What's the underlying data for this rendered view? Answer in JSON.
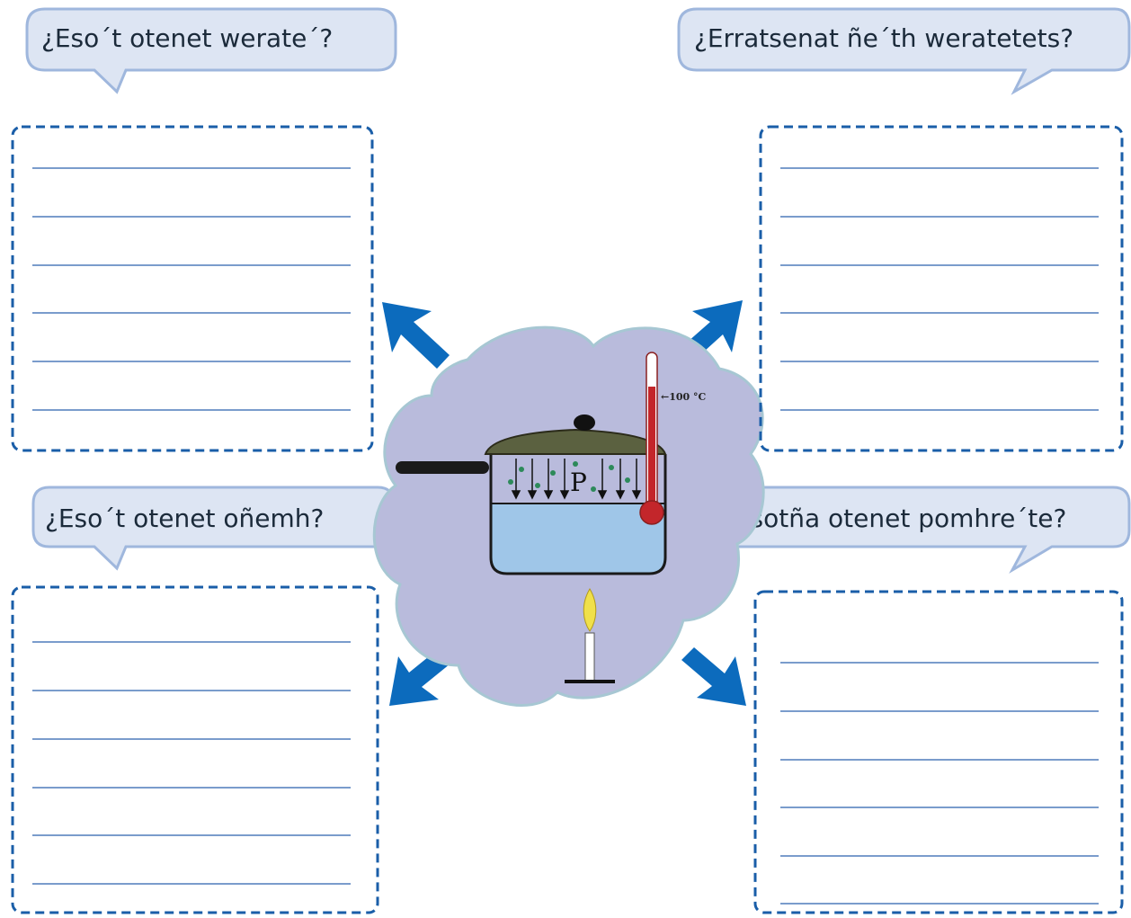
{
  "questions": [
    {
      "id": "top-left",
      "text": "¿Eso´t otenet werate´?"
    },
    {
      "id": "top-right",
      "text": "¿Erratsenat ñe´th weratetets?"
    },
    {
      "id": "bottom-left",
      "text": "¿Eso´t otenet oñemh?"
    },
    {
      "id": "bottom-right",
      "text": "¿Esotña otenet pomhre´te?"
    }
  ],
  "diagram": {
    "pressure_label": "P",
    "thermometer_label": "←100 °C"
  },
  "colors": {
    "bubble_fill": "#dde5f3",
    "bubble_stroke": "#9fb7dd",
    "box_dash": "#1a5ea8",
    "answer_line": "#7a9ccc",
    "arrow": "#0c6bbd",
    "cloud_fill": "#b9bbdc",
    "cloud_stroke": "#a7c7d3",
    "water": "#9fc6e8",
    "lid": "#5b6140",
    "thermometer": "#c3262b",
    "flame": "#f0e04a"
  },
  "answer_lines_per_box": 6
}
